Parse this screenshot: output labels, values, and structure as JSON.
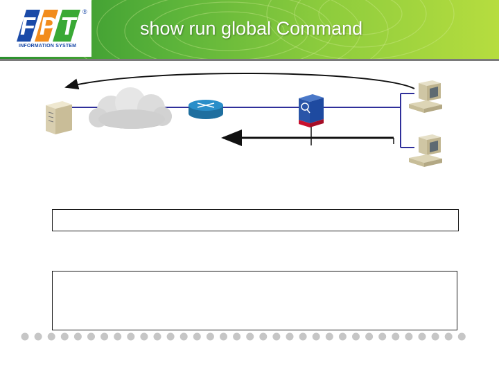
{
  "header": {
    "title": "show run global Command",
    "logo": {
      "wordmark": "FPT",
      "caption": "INFORMATION SYSTEM",
      "registered": "®"
    }
  },
  "diagram": {
    "nodes": [
      {
        "id": "server",
        "icon": "server-icon"
      },
      {
        "id": "internet",
        "icon": "cloud-icon"
      },
      {
        "id": "router",
        "icon": "router-icon"
      },
      {
        "id": "ips-sensor",
        "icon": "ips-sensor-icon"
      },
      {
        "id": "host-1",
        "icon": "workstation-icon"
      },
      {
        "id": "host-2",
        "icon": "workstation-icon"
      }
    ],
    "colors": {
      "link": "#2f2f9a",
      "router": "#2a8ec9",
      "sensor": "#1e4aa0",
      "sensor_accent": "#c8102e",
      "arrow": "#111111"
    }
  },
  "content_boxes": [
    {
      "text": ""
    },
    {
      "text": ""
    }
  ],
  "footer": {
    "dot_color": "#c6c6c6"
  },
  "colors": {
    "header_start": "#2a8f2e",
    "header_end": "#b6dd3f",
    "title_text": "#ffffff",
    "brand_blue": "#1a4aa8"
  }
}
